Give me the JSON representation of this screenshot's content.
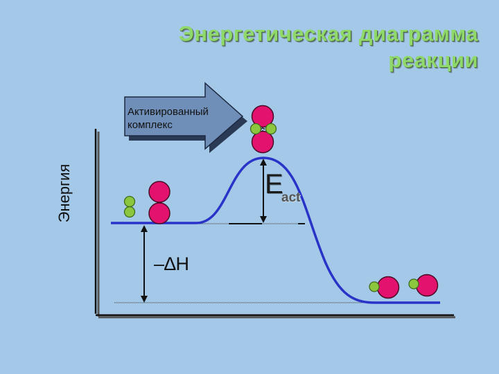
{
  "title": {
    "line1": "Энергетическая диаграмма",
    "line2": "реакции"
  },
  "labels": {
    "y_axis": "Энергия",
    "activated_complex": "Активированный\nкомплекс",
    "activation_energy": "E",
    "activation_energy_subscript": "act",
    "enthalpy": "–∆H"
  },
  "colors": {
    "background": "#a4c8e8",
    "title": "#8fd86a",
    "curve": "#2a33c8",
    "large_atom": "#e3126e",
    "small_atom": "#8cc63f",
    "arrow_box": "#6f8fb8",
    "axis": "#333333"
  }
}
